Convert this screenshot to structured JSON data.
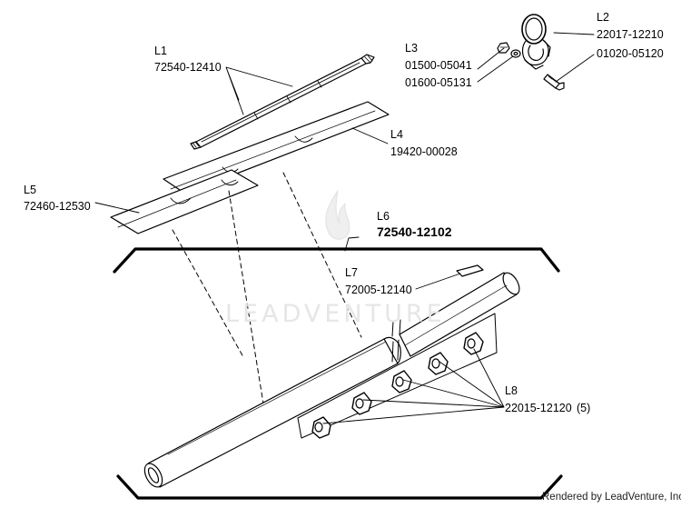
{
  "watermark": "LEADVENTURE",
  "credit": "Rendered by LeadVenture, Inc.",
  "callouts": {
    "l1": {
      "ref": "L1",
      "part": "72540-12410"
    },
    "l2": {
      "ref": "L2",
      "part": "22017-12210"
    },
    "l2b": {
      "part": "01020-05120"
    },
    "l3": {
      "ref": "L3",
      "part": "01500-05041"
    },
    "l3b": {
      "part": "01600-05131"
    },
    "l4": {
      "ref": "L4",
      "part": "19420-00028"
    },
    "l5": {
      "ref": "L5",
      "part": "72460-12530"
    },
    "l6": {
      "ref": "L6",
      "part": "72540-12102"
    },
    "l7": {
      "ref": "L7",
      "part": "72005-12140"
    },
    "l8": {
      "ref": "L8",
      "part": "22015-12120",
      "qty": "(5)"
    }
  }
}
